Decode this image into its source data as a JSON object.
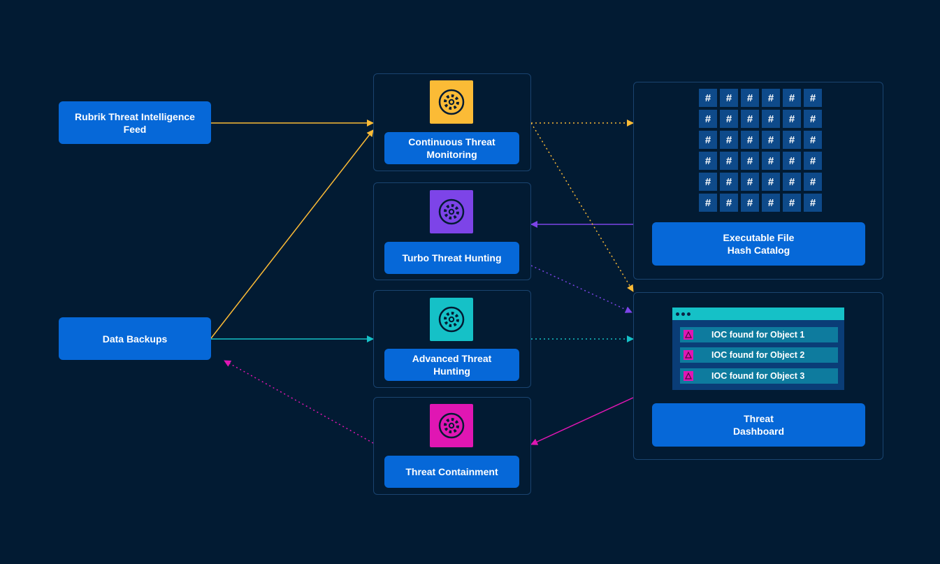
{
  "colors": {
    "background": "#021b33",
    "node_blue": "#0668d8",
    "yellow": "#fbbb36",
    "purple": "#7d44e8",
    "teal": "#15c1c7",
    "magenta": "#e016b3"
  },
  "sources": {
    "threat_feed": "Rubrik Threat Intelligence\nFeed",
    "data_backups": "Data Backups"
  },
  "processes": [
    {
      "label": "Continuous Threat\nMonitoring",
      "icon": "gear-icon",
      "color": "#fbbb36"
    },
    {
      "label": "Turbo Threat Hunting",
      "icon": "gear-icon",
      "color": "#7d44e8"
    },
    {
      "label": "Advanced Threat\nHunting",
      "icon": "gear-icon",
      "color": "#15c1c7"
    },
    {
      "label": "Threat Containment",
      "icon": "gear-icon",
      "color": "#e016b3"
    }
  ],
  "catalog": {
    "label": "Executable File\nHash Catalog",
    "hash_symbol": "#"
  },
  "dashboard": {
    "label": "Threat\nDashboard",
    "iocs": [
      "IOC found for Object 1",
      "IOC found for Object 2",
      "IOC found for Object 3"
    ],
    "ioc_icon": "warning-icon"
  }
}
